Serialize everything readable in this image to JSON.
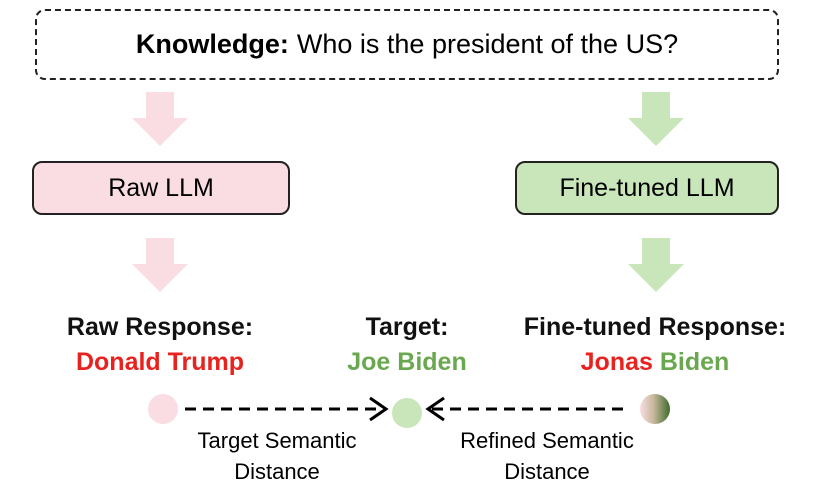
{
  "knowledge": {
    "label": "Knowledge:",
    "question": "Who is the president of the US?"
  },
  "models": {
    "raw": "Raw LLM",
    "fine_tuned": "Fine-tuned LLM"
  },
  "responses": {
    "raw": {
      "heading": "Raw Response:",
      "answer": "Donald Trump"
    },
    "target": {
      "heading": "Target:",
      "answer": "Joe Biden"
    },
    "fine_tuned": {
      "heading": "Fine-tuned Response:",
      "answer_first": "Jonas",
      "answer_last": "Biden"
    }
  },
  "distances": {
    "target_line1": "Target Semantic",
    "target_line2": "Distance",
    "refined_line1": "Refined Semantic",
    "refined_line2": "Distance"
  },
  "colors": {
    "pink": "#f9dde2",
    "green": "#c8e6b9",
    "red": "#e8231f",
    "green_text": "#6aa84f"
  }
}
